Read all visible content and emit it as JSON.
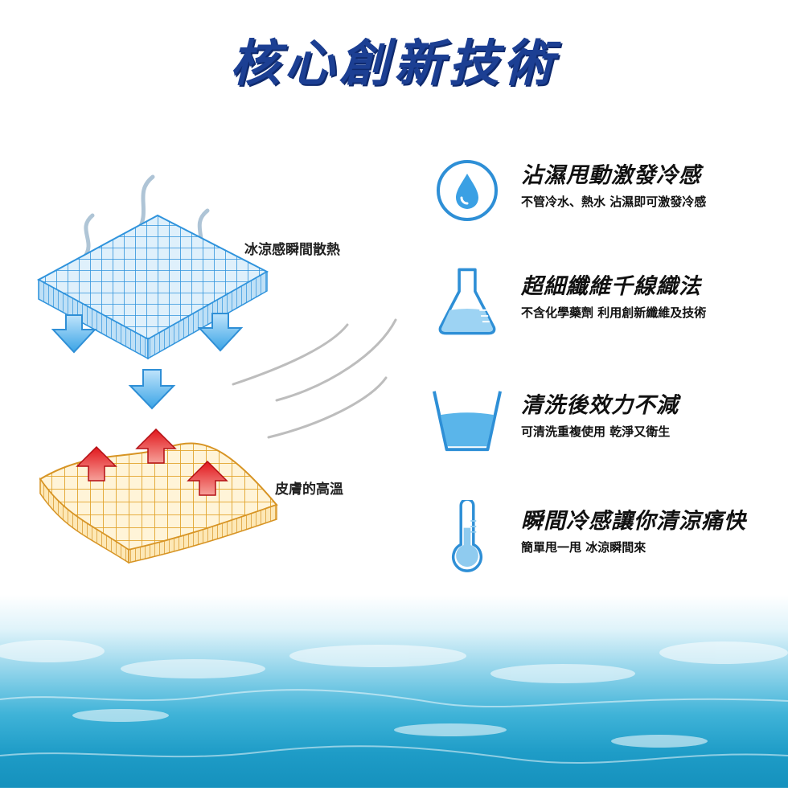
{
  "title": "核心創新技術",
  "illustration": {
    "cool_caption": "冰涼感瞬間散熱",
    "skin_caption": "皮膚的高溫"
  },
  "features": [
    {
      "icon": "water-drop-icon",
      "title": "沾濕甩動激發冷感",
      "desc": "不管冷水、熱水  沾濕即可激發冷感"
    },
    {
      "icon": "flask-icon",
      "title": "超細纖維千線織法",
      "desc": "不含化學藥劑  利用創新纖維及技術"
    },
    {
      "icon": "cup-icon",
      "title": "清洗後效力不減",
      "desc": "可清洗重複使用  乾淨又衛生"
    },
    {
      "icon": "thermometer-icon",
      "title": "瞬間冷感讓你清涼痛快",
      "desc": "簡單甩一甩  冰涼瞬間來"
    }
  ],
  "colors": {
    "title": "#1c3f93",
    "icon_blue": "#2e8fd6",
    "cool_fabric": "#3a9ee0",
    "warm_fabric": "#e2a42c",
    "heat_arrow": "#d8141a"
  }
}
